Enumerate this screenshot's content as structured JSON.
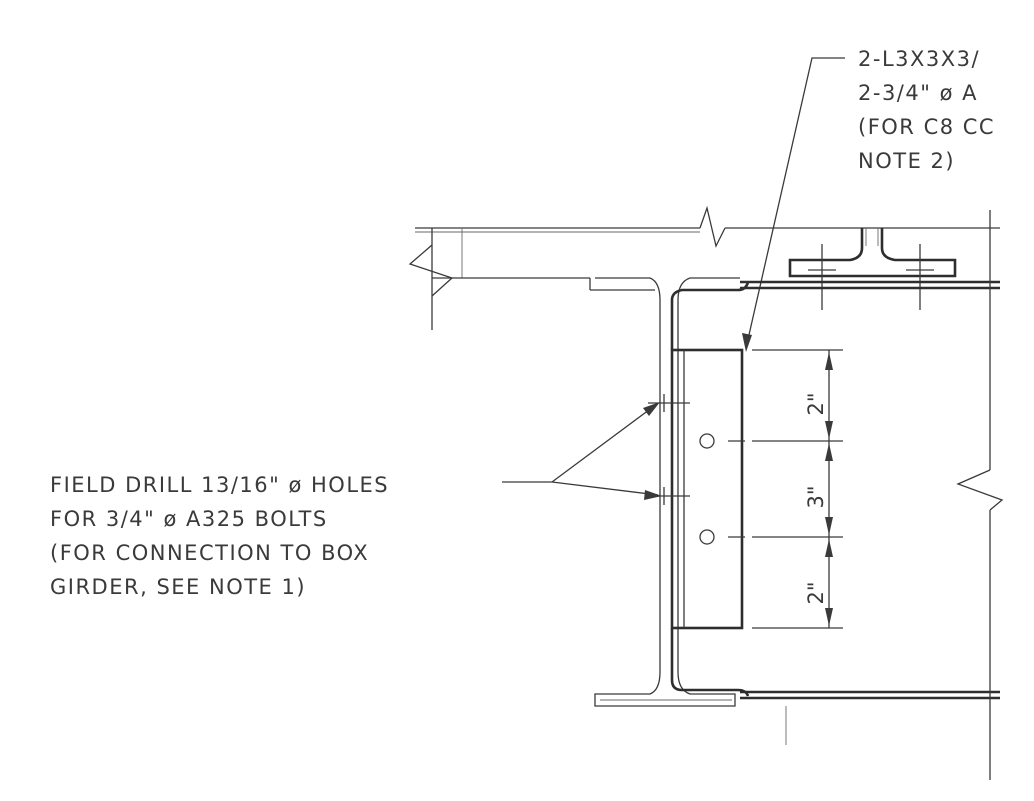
{
  "notes": {
    "top_right": [
      "2-L3X3X3/",
      "2-3/4\" ø A",
      "(FOR C8 CC",
      "NOTE 2)"
    ],
    "left": [
      "FIELD DRILL 13/16\" ø HOLES",
      "FOR 3/4\" ø A325 BOLTS",
      "(FOR CONNECTION TO BOX",
      "GIRDER, SEE NOTE 1)"
    ]
  },
  "dimensions": [
    "2\"",
    "3\"",
    "2\""
  ],
  "colors": {
    "line": "#3a3a3a",
    "background": "#ffffff"
  }
}
